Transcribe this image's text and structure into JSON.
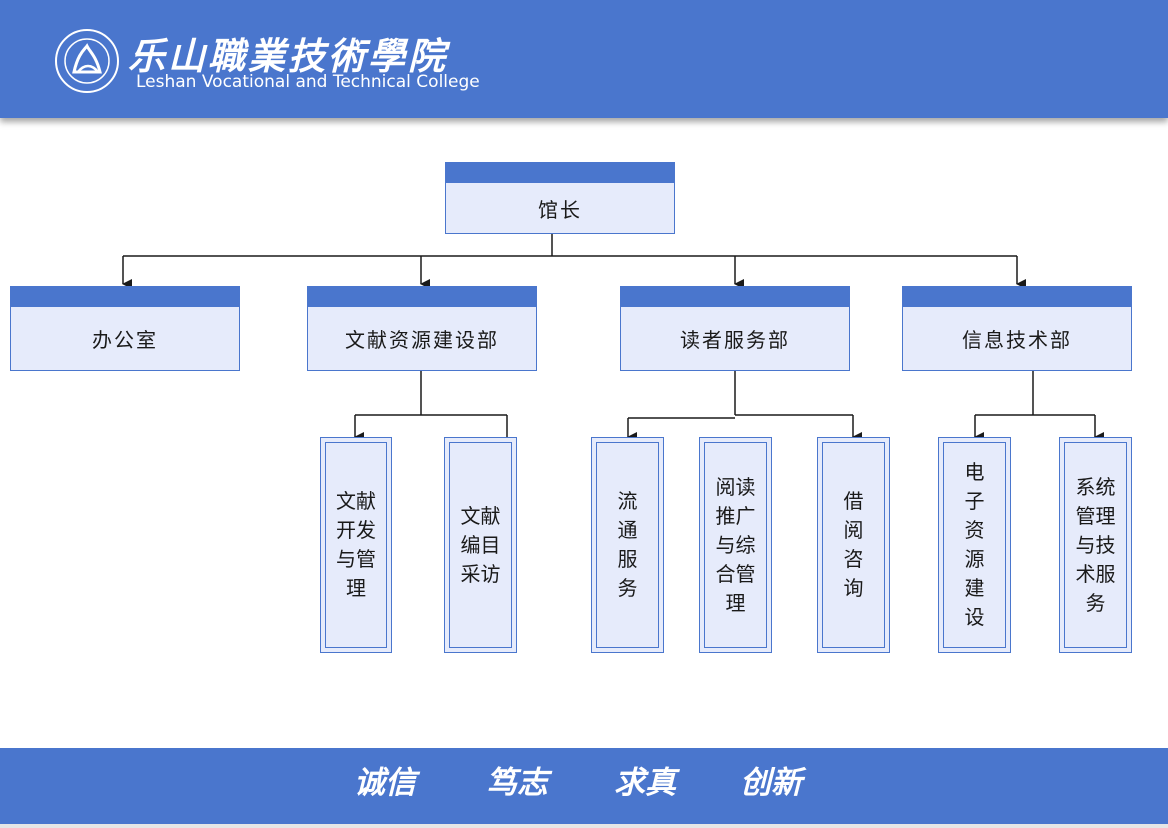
{
  "header": {
    "college_cn": "乐山職業技術學院",
    "college_en": "Leshan Vocational and Technical College"
  },
  "chart_data": {
    "type": "org-chart",
    "root": "馆长",
    "departments": [
      {
        "name": "办公室",
        "units": []
      },
      {
        "name": "文献资源建设部",
        "units": [
          "文献\n开发\n与管\n理",
          "文献\n编目\n采访"
        ]
      },
      {
        "name": "读者服务部",
        "units": [
          "流\n通\n服\n务",
          "阅读\n推广\n与综\n合管\n理",
          "借\n阅\n咨\n询"
        ]
      },
      {
        "name": "信息技术部",
        "units": [
          "电\n子\n资\n源\n建\n设",
          "系统\n管理\n与技\n术服\n务"
        ]
      }
    ]
  },
  "footer": {
    "motto": [
      "诚信",
      "笃志",
      "求真",
      "创新"
    ]
  },
  "colors": {
    "brand_blue": "#4a76cd",
    "box_fill": "#e6ebfb"
  }
}
